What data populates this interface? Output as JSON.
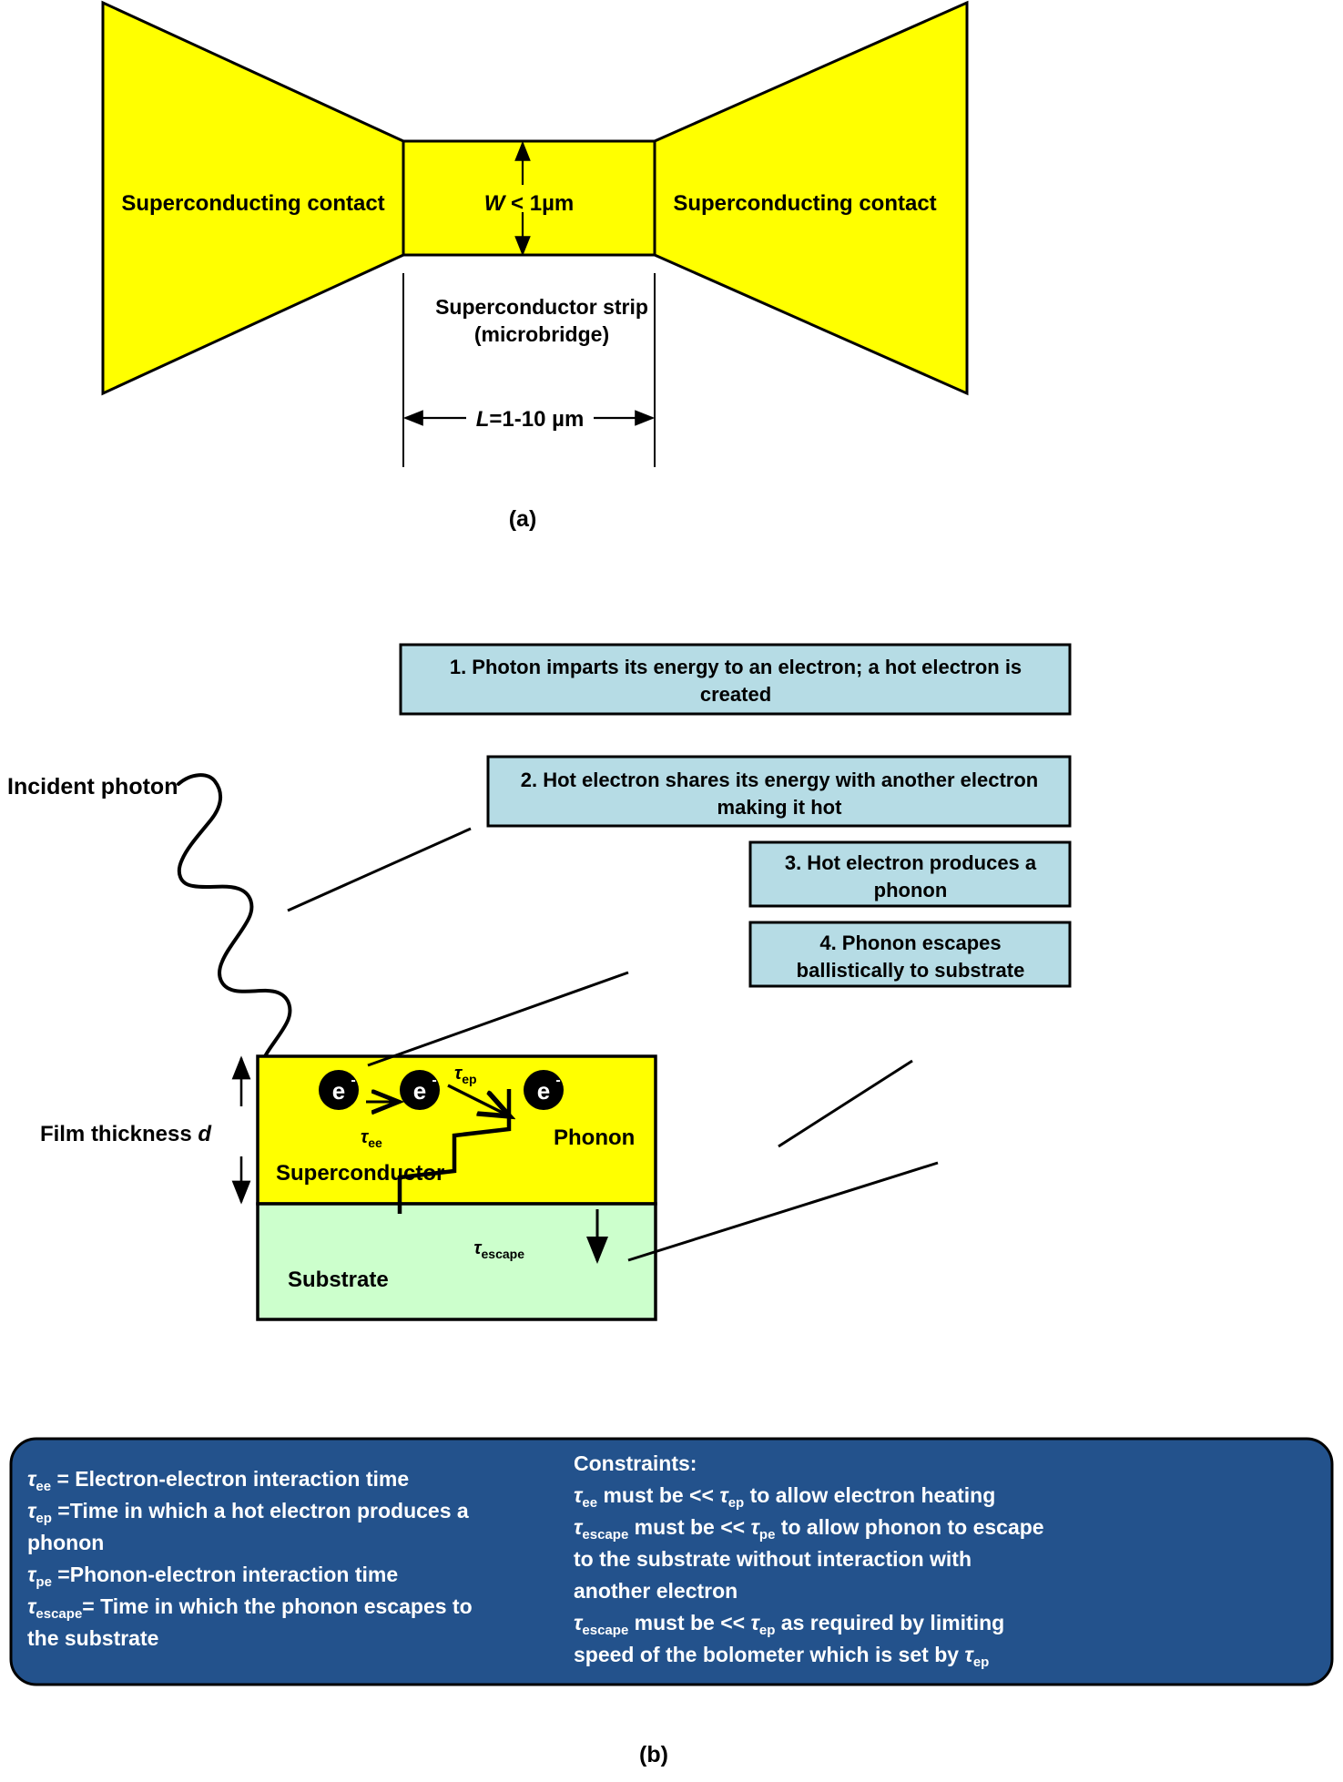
{
  "figure": {
    "panel_a": {
      "tag": "(a)",
      "contact_left_label": "Superconducting contact",
      "contact_right_label": "Superconducting contact",
      "width_label": {
        "symbol": "W",
        "text": " < 1µm"
      },
      "strip_label_line1": "Superconductor strip",
      "strip_label_line2": "(microbridge)",
      "length_label": {
        "symbol": "L",
        "text": "=1-10 µm"
      },
      "colors": {
        "contact_fill": "#ffff00",
        "outline": "#000000"
      }
    },
    "panel_b": {
      "tag": "(b)",
      "incident_photon_label": "Incident photon",
      "film_thickness_label": {
        "text": "Film thickness ",
        "symbol": "d"
      },
      "superconductor_label": "Superconductor",
      "substrate_label": "Substrate",
      "phonon_label": "Phonon",
      "electron_glyph": "e",
      "electron_charge": "-",
      "taus": [
        {
          "name": "tau-ee",
          "base": "τ",
          "sub": "ee"
        },
        {
          "name": "tau-ep",
          "base": "τ",
          "sub": "ep"
        },
        {
          "name": "tau-escape",
          "base": "τ",
          "sub": "escape"
        }
      ],
      "colors": {
        "superconductor_fill": "#ffff00",
        "substrate_fill": "#ccffcc",
        "callout_fill": "#b6dce5",
        "callout_border": "#000000",
        "legend_fill": "#23528c",
        "legend_text": "#ffffff"
      },
      "callouts": [
        {
          "name": "callout-1",
          "lines": [
            "1. Photon imparts its energy to an electron; a hot electron is",
            "created"
          ]
        },
        {
          "name": "callout-2",
          "lines": [
            "2. Hot electron shares its energy with another electron",
            "making it hot"
          ]
        },
        {
          "name": "callout-3",
          "lines": [
            "3. Hot electron produces a",
            "phonon"
          ]
        },
        {
          "name": "callout-4",
          "lines": [
            "4. Phonon escapes",
            "ballistically to substrate"
          ]
        }
      ],
      "legend": {
        "definitions": [
          {
            "sym": "τ",
            "sub": "ee",
            "rest": " = Electron-electron interaction time"
          },
          {
            "sym": "τ",
            "sub": "ep",
            "rest": " =Time in which a hot electron produces a"
          },
          {
            "sym": "",
            "sub": "",
            "rest": "phonon"
          },
          {
            "sym": "τ",
            "sub": "pe",
            "rest": " =Phonon-electron interaction time"
          },
          {
            "sym": "τ",
            "sub": "escape",
            "rest": "= Time in which the phonon escapes to"
          },
          {
            "sym": "",
            "sub": "",
            "rest": "the substrate"
          }
        ],
        "constraints_title": "Constraints:",
        "constraints": [
          [
            {
              "sym": "τ",
              "sub": "ee",
              "rest": " must be << "
            },
            {
              "sym": "τ",
              "sub": "ep",
              "rest": " to allow electron heating"
            }
          ],
          [
            {
              "sym": "τ",
              "sub": "escape",
              "rest": " must be << "
            },
            {
              "sym": "τ",
              "sub": "pe",
              "rest": " to  allow phonon to escape"
            }
          ],
          [
            {
              "sym": "",
              "sub": "",
              "rest": "to the substrate without interaction with"
            }
          ],
          [
            {
              "sym": "",
              "sub": "",
              "rest": "another electron"
            }
          ],
          [
            {
              "sym": "τ",
              "sub": "escape",
              "rest": " must be << "
            },
            {
              "sym": "τ",
              "sub": "ep",
              "rest": " as  required by limiting"
            }
          ],
          [
            {
              "sym": "",
              "sub": "",
              "rest": "speed of the bolometer which is set by "
            },
            {
              "sym": "τ",
              "sub": "ep",
              "rest": ""
            }
          ]
        ]
      }
    }
  }
}
